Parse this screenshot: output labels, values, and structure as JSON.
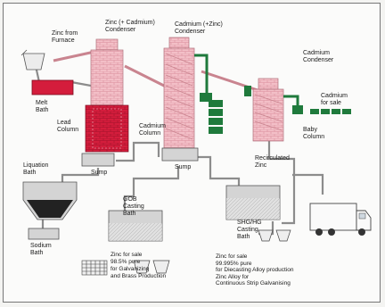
{
  "labels": {
    "zinc_from_furnace": "Zinc from\nFurnace",
    "zinc_cadmium_condenser": "Zinc (+ Cadmium)\nCondenser",
    "cadmium_zinc_condenser": "Cadmium (+Zinc)\nCondenser",
    "cadmium_condenser": "Cadmium\nCondenser",
    "melt_bath": "Melt\nBath",
    "lead_column": "Lead\nColumn",
    "cadmium_column": "Cadmium\nColumn",
    "cadmium_for_sale": "Cadmium\nfor sale",
    "baby_column": "Baby\nColumn",
    "recirculated_zinc": "Recirculated\nZinc",
    "liquation_bath": "Liquation\nBath",
    "sump_left": "Sump",
    "sump_mid": "Sump",
    "gob_casting_bath": "GOB\nCasting\nBath",
    "shg_hg_casting_bath": "SHG/HG\nCasting\nBath",
    "sodium_bath": "Sodium\nBath",
    "zinc_for_sale_985": "Zinc for sale\n98.5% pure\nfor Galvanizing\nand Brass Production",
    "zinc_for_sale_9995": "Zinc for sale\n99.995% pure\nfor Diecasting Alloy production\nZinc Alloy for\nContinuous Strip Galvanising"
  },
  "colors": {
    "column_pink": "#f1b9c1",
    "column_red": "#d41d3c",
    "condenser_green": "#1f7a3c",
    "vessel_fill": "#d4d4d4",
    "pipe": "#8c8c8c"
  },
  "icons": [
    "furnace-ladle-icon",
    "truck-icon",
    "zinc-ingot-stack-icon",
    "cadmium-ingot-icon"
  ]
}
